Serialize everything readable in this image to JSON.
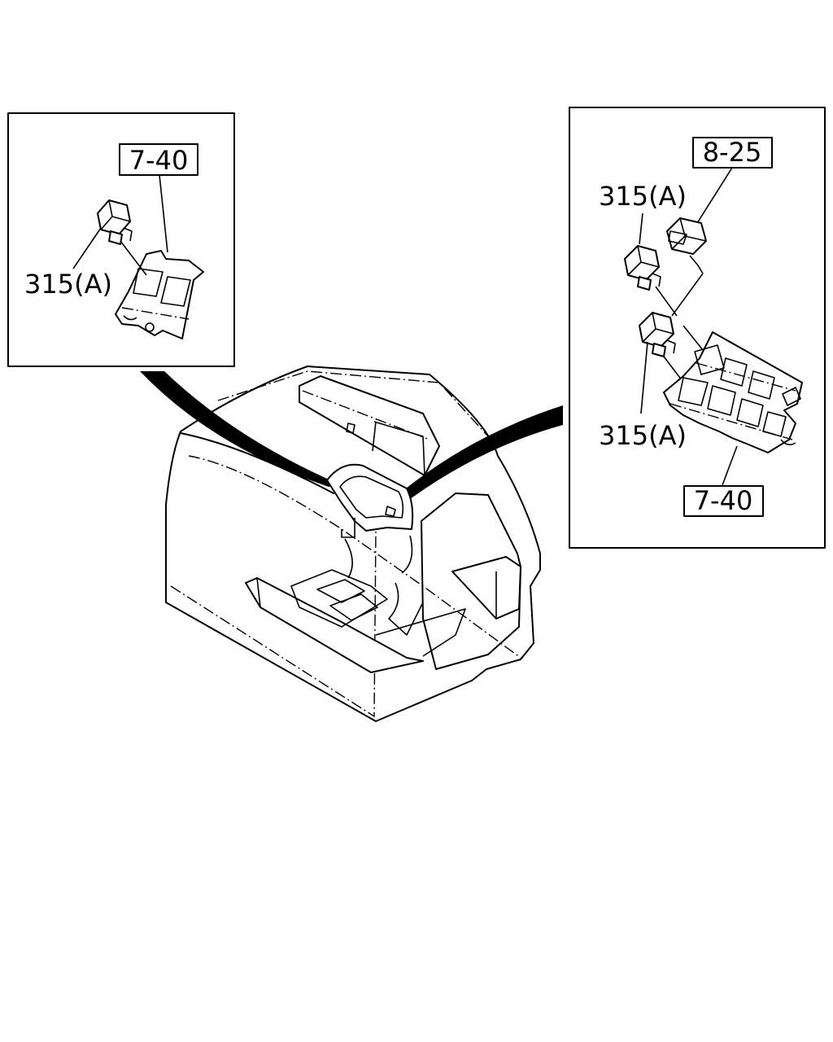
{
  "callouts": {
    "left_ref": "7-40",
    "left_part": "315(A)",
    "right_ref_top": "8-25",
    "right_part_top": "315(A)",
    "right_part_bottom": "315(A)",
    "right_ref_bottom": "7-40"
  }
}
